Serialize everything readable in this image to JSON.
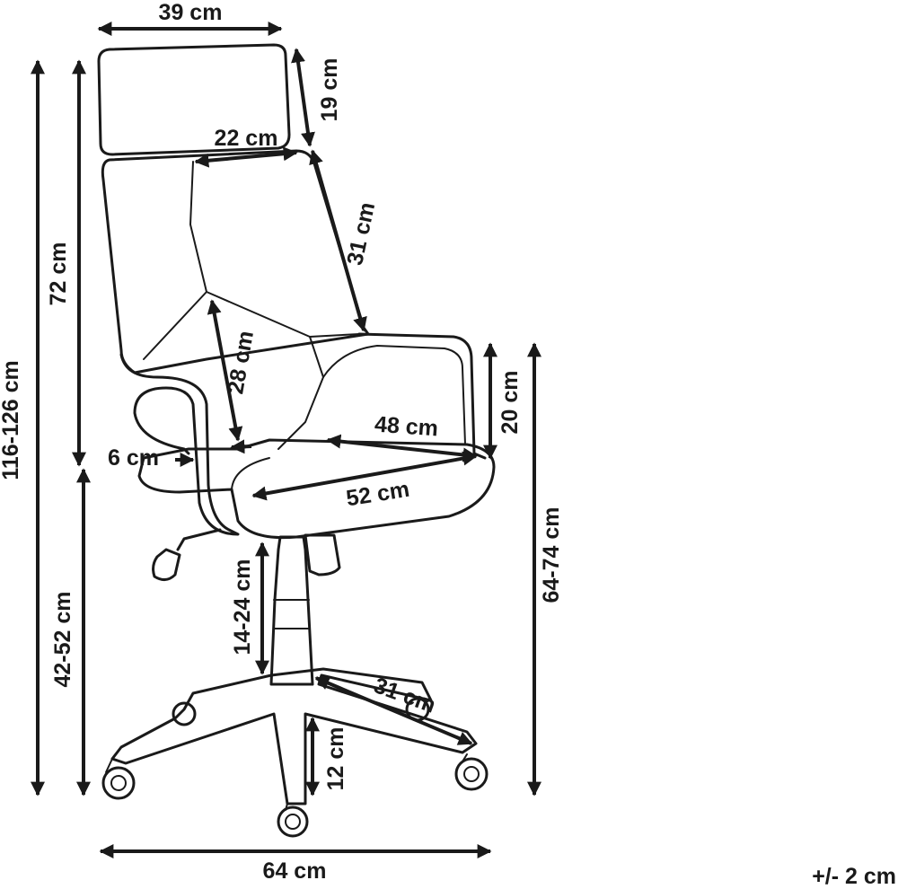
{
  "diagram": {
    "labels": {
      "width_headrest": "39 cm",
      "height_headrest": "19 cm",
      "width_upper_back": "22 cm",
      "height_upper_back": "31 cm",
      "height_total": "116-126 cm",
      "height_backrest": "72 cm",
      "height_lumbar": "28 cm",
      "height_armrest": "20 cm",
      "depth_seat": "48 cm",
      "width_seat": "52 cm",
      "thickness_seat": "6 cm",
      "height_seat": "42-52 cm",
      "height_arm_floor": "64-74 cm",
      "height_gaslift": "14-24 cm",
      "length_base_leg": "31 cm",
      "height_base": "12 cm",
      "width_base": "64 cm",
      "tolerance": "+/- 2 cm"
    }
  }
}
